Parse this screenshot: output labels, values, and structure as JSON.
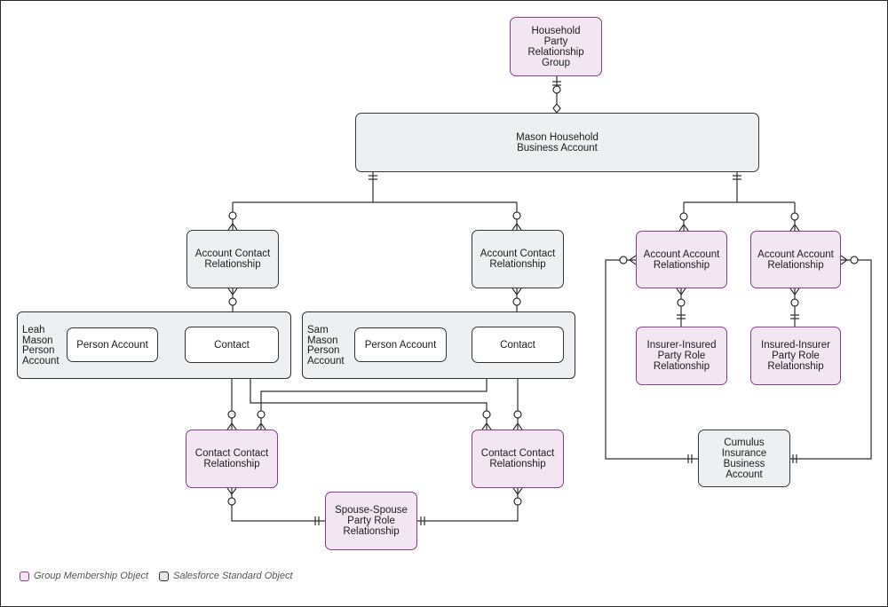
{
  "nodes": {
    "household_group": "Household\nParty\nRelationship\nGroup",
    "mason_household": "Mason Household\nBusiness Account",
    "acr_left": "Account Contact\nRelationship",
    "acr_right": "Account Contact\nRelationship",
    "aar_left": "Account Account\nRelationship",
    "aar_right": "Account Account\nRelationship",
    "leah_container": "Leah\nMason\nPerson\nAccount",
    "sam_container": "Sam\nMason\nPerson\nAccount",
    "leah_person_account": "Person Account",
    "leah_contact": "Contact",
    "sam_person_account": "Person Account",
    "sam_contact": "Contact",
    "insurer_insured": "Insurer-Insured\nParty Role\nRelationship",
    "insured_insurer": "Insured-Insurer\nParty Role\nRelationship",
    "ccr_left": "Contact Contact\nRelationship",
    "ccr_right": "Contact Contact\nRelationship",
    "spouse": "Spouse-Spouse\nParty Role\nRelationship",
    "cumulus": "Cumulus\nInsurance\nBusiness\nAccount"
  },
  "legend": {
    "group_membership": "Group Membership Object",
    "salesforce_standard": "Salesforce Standard Object"
  },
  "colors": {
    "group_membership_fill": "#f2e6f2",
    "group_membership_border": "#8a3d8a",
    "standard_fill": "#eeeff0",
    "standard_border": "#333333"
  }
}
